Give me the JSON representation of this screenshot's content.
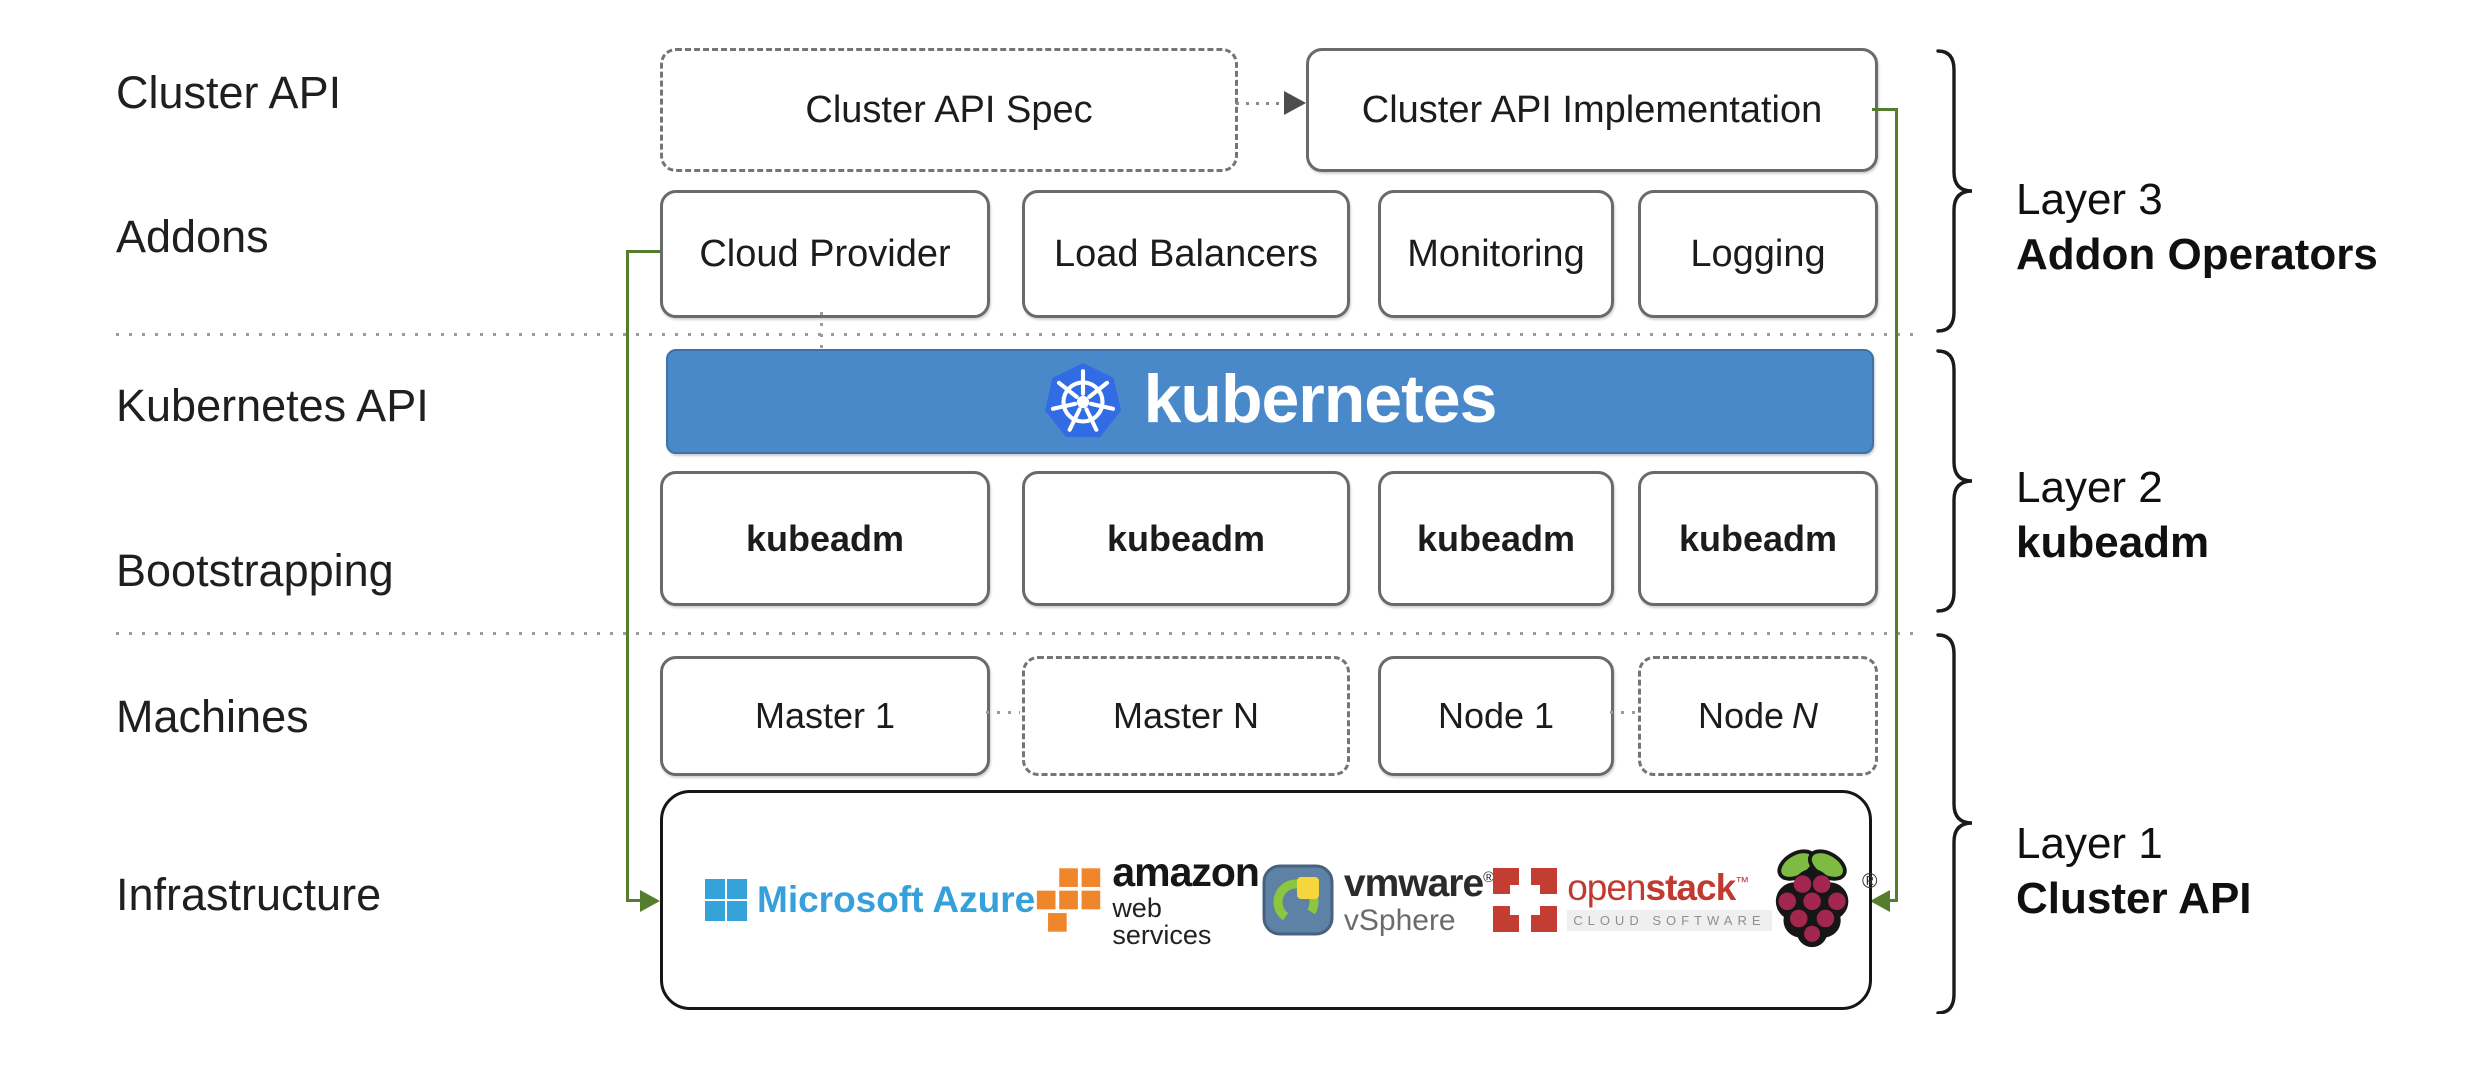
{
  "row_labels": {
    "cluster_api": "Cluster API",
    "addons": "Addons",
    "kubernetes_api": "Kubernetes API",
    "bootstrapping": "Bootstrapping",
    "machines": "Machines",
    "infrastructure": "Infrastructure"
  },
  "cluster_api_row": {
    "spec": "Cluster API Spec",
    "implementation": "Cluster API Implementation"
  },
  "addons_row": {
    "items": [
      "Cloud Provider",
      "Load Balancers",
      "Monitoring",
      "Logging"
    ]
  },
  "kubernetes_banner": {
    "wordmark": "kubernetes"
  },
  "bootstrapping_row": {
    "items": [
      "kubeadm",
      "kubeadm",
      "kubeadm",
      "kubeadm"
    ]
  },
  "machines_row": {
    "master_1": "Master 1",
    "master_n": "Master N",
    "node_1": "Node 1",
    "node_n_prefix": "Node",
    "node_n_suffix": "N"
  },
  "infrastructure_row": {
    "azure_label": "Microsoft Azure",
    "aws_line1": "amazon",
    "aws_line2": "web services",
    "vmware_line1": "vmware",
    "vmware_reg": "®",
    "vmware_line2": "vSphere",
    "openstack_light": "open",
    "openstack_bold": "stack",
    "openstack_tm": "™",
    "openstack_subtitle": "CLOUD SOFTWARE",
    "rpi_reg": "®"
  },
  "layer_annotations": {
    "items": [
      {
        "line1": "Layer 3",
        "line2": "Addon Operators"
      },
      {
        "line1": "Layer 2",
        "line2": "kubeadm"
      },
      {
        "line1": "Layer 1",
        "line2": "Cluster API"
      }
    ]
  },
  "colors": {
    "connector_green": "#567D2E",
    "banner_blue": "#4A89C9",
    "kubernetes_logo_blue": "#326CE5",
    "azure_blue": "#36A0DA",
    "aws_orange": "#F0862B",
    "openstack_red": "#C43D33",
    "raspberry_crimson": "#A3264E",
    "leaf_green": "#7EBB43"
  }
}
